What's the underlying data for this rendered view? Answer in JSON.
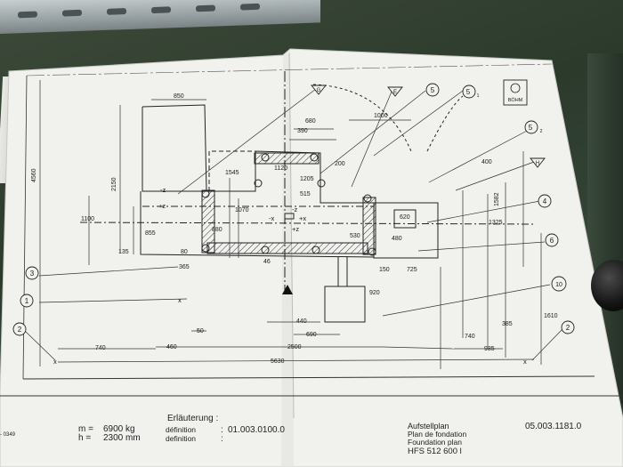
{
  "drawing": {
    "dimensions": {
      "d850": "850",
      "d680": "680",
      "d390": "390",
      "d1000": "1000",
      "d200": "200",
      "d4560": "4560",
      "d2150": "2150",
      "d1120": "1120",
      "d1545": "1545",
      "d1205": "1205",
      "d515": "515",
      "d1070": "1070",
      "d880": "880",
      "d855": "855",
      "d1100": "1100",
      "d135": "135",
      "d80": "80",
      "d365": "365",
      "d46": "46",
      "d620": "620",
      "d400": "400",
      "d1582": "1582",
      "d1325": "1325",
      "d480": "480",
      "d530": "530",
      "d150": "150",
      "d725": "725",
      "d920": "920",
      "d440": "440",
      "d690": "690",
      "d50": "50",
      "d740a": "740",
      "d460": "460",
      "d2500": "2500",
      "d740b": "740",
      "d385": "385",
      "d985": "985",
      "d1610": "1610",
      "d5630": "5630"
    },
    "axes": {
      "mz": "-z",
      "pz": "+z",
      "mz2": "-z",
      "pz2": "+z",
      "mx": "-x",
      "px": "+x",
      "x1": "x",
      "x2": "x",
      "x3": "x"
    },
    "callouts": {
      "c1": "1",
      "c2a": "2",
      "c2b": "2",
      "c3": "3",
      "c4": "4",
      "c5": "5",
      "c5_1": "5",
      "c5_1_sub": "1",
      "c5_2": "5",
      "c5_2_sub": "2",
      "c6": "6",
      "c10": "10",
      "cG": "G",
      "cE": "E",
      "cH": "H"
    },
    "side_mark": "- 0349",
    "logo": "BÖHM"
  },
  "title_block": {
    "legend_title": "Erläuterung :",
    "m_label": "m  =",
    "m_value": "6900 kg",
    "h_label": "h  =",
    "h_value": "2300 mm",
    "def1": "définition",
    "def2": "definition",
    "colon": ":",
    "def_number": "01.003.0100.0",
    "plan_de": "Aufstellplan",
    "plan_fr": "Plan de fondation",
    "plan_en": "Foundation plan",
    "model": "HFS  512  600 l",
    "doc_number": "05.003.1181.0"
  }
}
